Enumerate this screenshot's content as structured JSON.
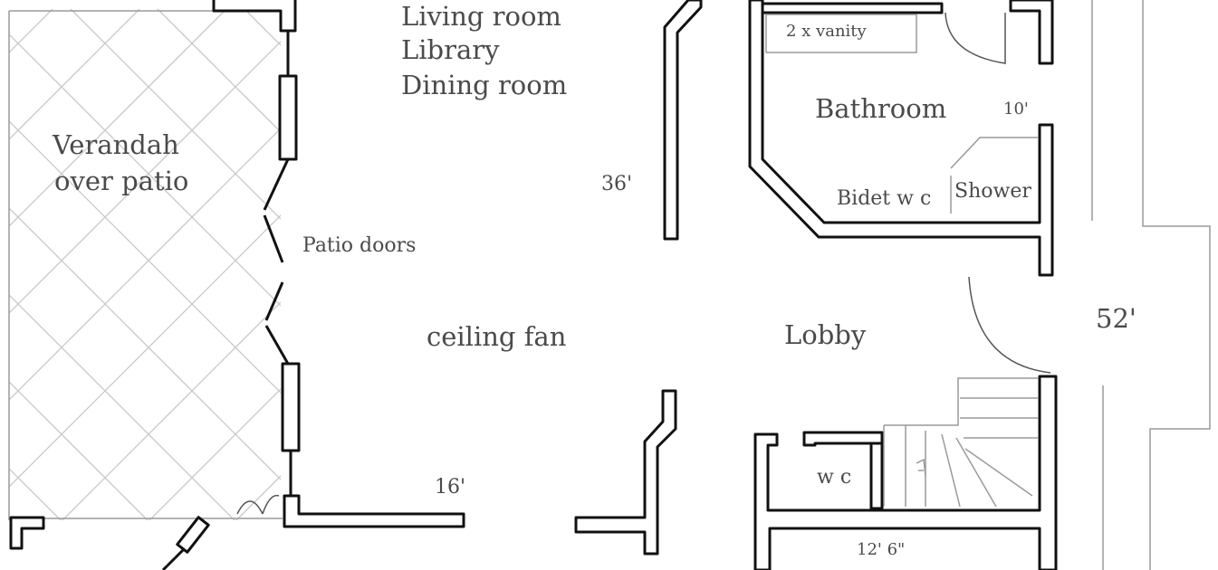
{
  "rooms": {
    "living_room": "Living room",
    "library": "Library",
    "dining_room": "Dining room",
    "verandah_line1": "Verandah",
    "verandah_line2": "over patio",
    "patio_doors": "Patio doors",
    "ceiling_fan": "ceiling fan",
    "bathroom": "Bathroom",
    "vanity": "2 x vanity",
    "bidet_wc": "Bidet w c",
    "shower": "Shower",
    "lobby": "Lobby",
    "wc": "w c"
  },
  "dimensions": {
    "d36": "36'",
    "d16": "16'",
    "d10": "10'",
    "d52": "52'",
    "d12_6": "12' 6\""
  }
}
